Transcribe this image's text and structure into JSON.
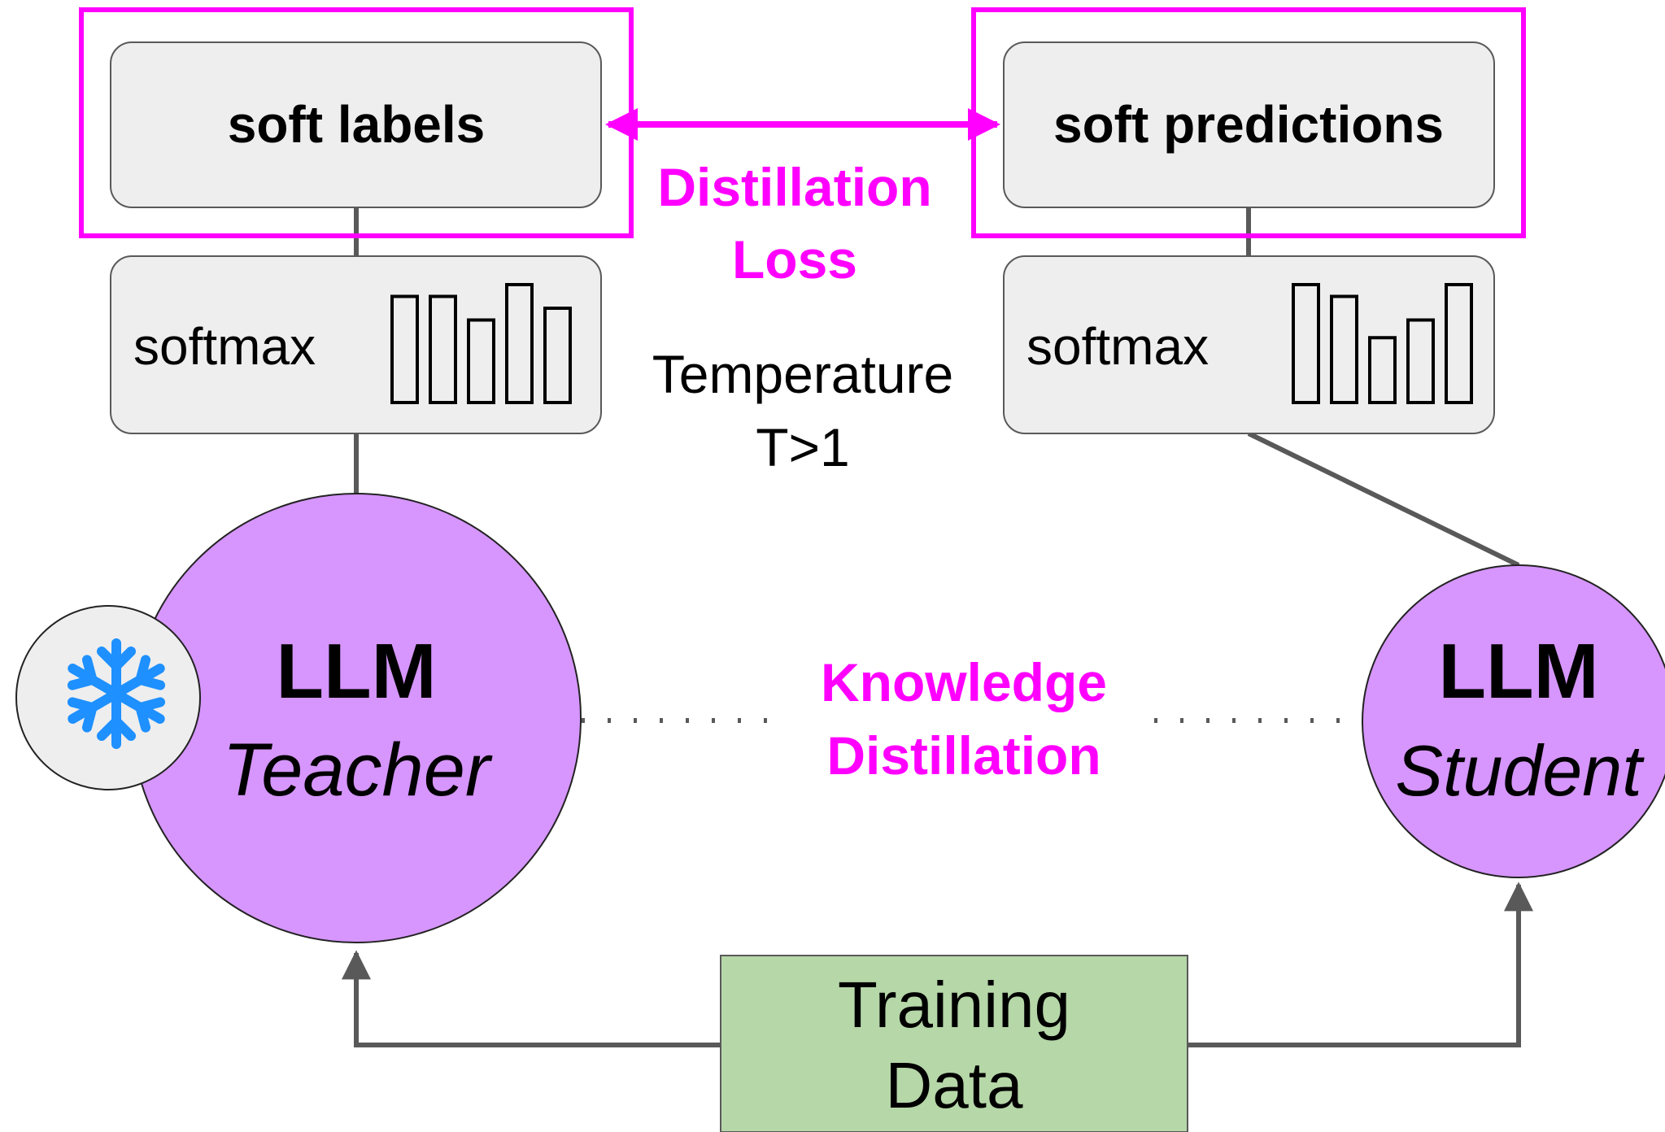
{
  "teacher": {
    "soft_label_text": "soft labels",
    "softmax_text": "softmax",
    "llm_text": "LLM",
    "role_text": "Teacher",
    "frozen_icon": "snowflake-icon",
    "bar_levels": [
      0.9,
      0.9,
      0.7,
      1.0,
      0.8
    ]
  },
  "student": {
    "soft_pred_text": "soft predictions",
    "softmax_text": "softmax",
    "llm_text": "LLM",
    "role_text": "Student",
    "bar_levels": [
      1.0,
      0.9,
      0.55,
      0.7,
      1.0
    ]
  },
  "distillation_loss": {
    "line1": "Distillation",
    "line2": "Loss"
  },
  "temperature": {
    "line1": "Temperature",
    "line2": "T>1"
  },
  "knowledge_distillation": {
    "line1": "Knowledge",
    "line2": "Distillation"
  },
  "training_data": {
    "line1": "Training",
    "line2": "Data"
  },
  "colors": {
    "magenta": "#ff00ff",
    "llm_fill": "#d696fd",
    "box_fill": "#eeeeee",
    "training_fill": "#b6d7a8",
    "snowflake": "#1e90ff",
    "line": "#595959"
  }
}
